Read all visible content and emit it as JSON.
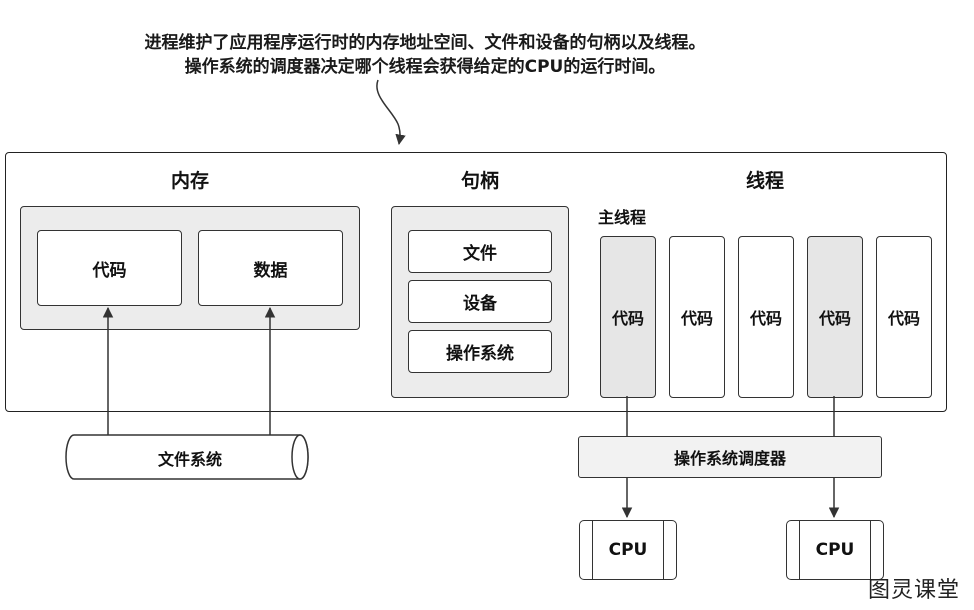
{
  "caption": {
    "line1": "进程维护了应用程序运行时的内存地址空间、文件和设备的句柄以及线程。",
    "line2": "操作系统的调度器决定哪个线程会获得给定的CPU的运行时间。"
  },
  "memory": {
    "heading": "内存",
    "code_label": "代码",
    "data_label": "数据"
  },
  "handles": {
    "heading": "句柄",
    "items": [
      "文件",
      "设备",
      "操作系统"
    ]
  },
  "threads": {
    "heading": "线程",
    "main_thread_label": "主线程",
    "items": [
      {
        "label": "代码",
        "shaded": true
      },
      {
        "label": "代码",
        "shaded": false
      },
      {
        "label": "代码",
        "shaded": false
      },
      {
        "label": "代码",
        "shaded": true
      },
      {
        "label": "代码",
        "shaded": false
      }
    ]
  },
  "file_system": {
    "label": "文件系统"
  },
  "scheduler": {
    "label": "操作系统调度器"
  },
  "cpus": [
    {
      "label": "CPU"
    },
    {
      "label": "CPU"
    }
  ],
  "watermark": "图灵课堂",
  "colors": {
    "line": "#333333",
    "shaded_fill": "#ececec",
    "background": "#ffffff"
  }
}
